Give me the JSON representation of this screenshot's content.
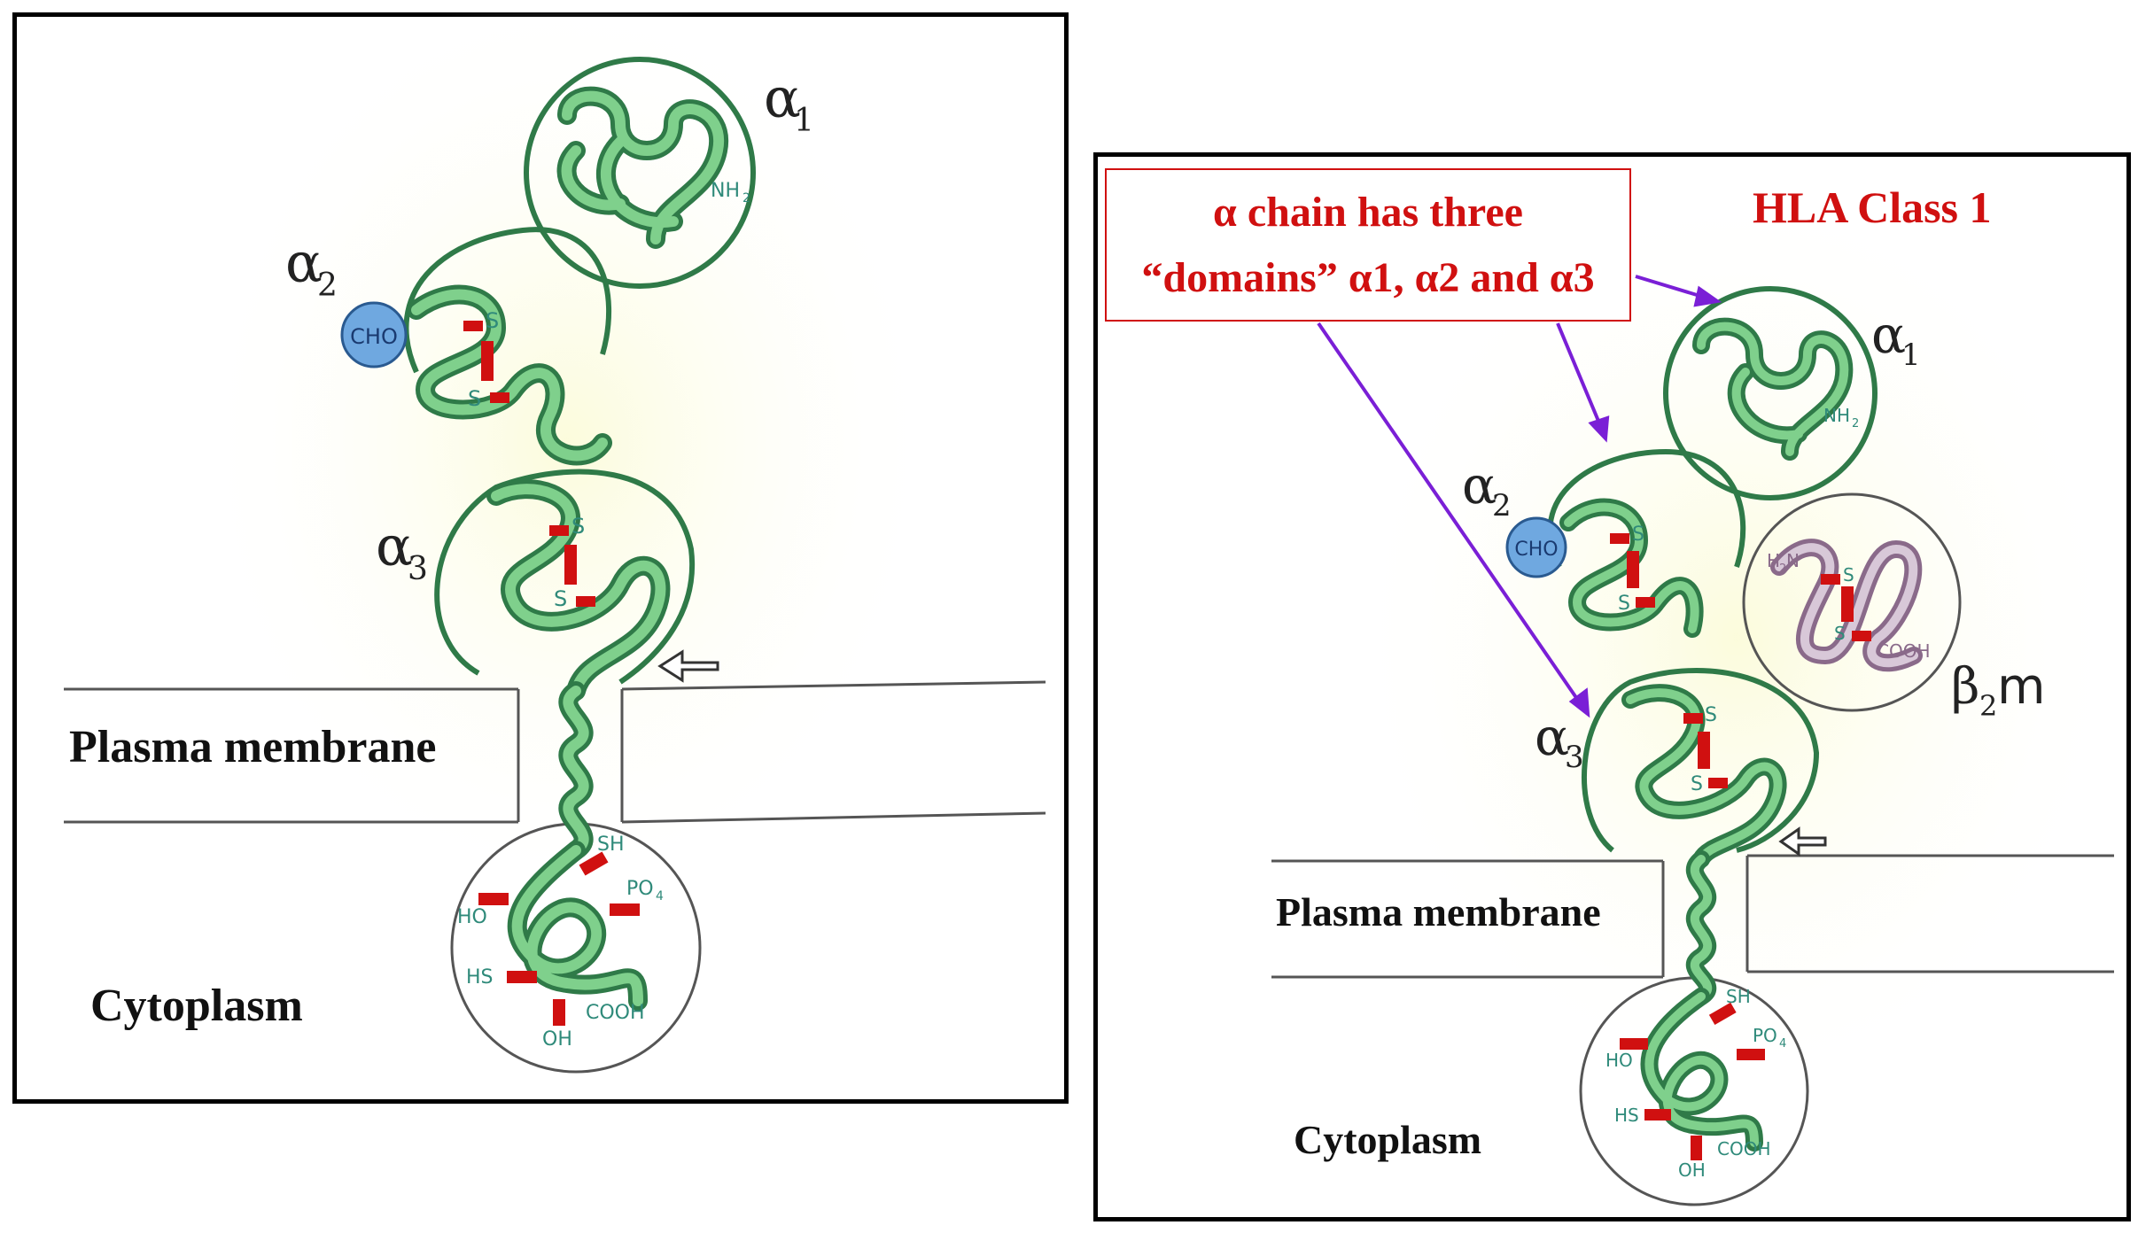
{
  "left_panel": {
    "labels": {
      "alpha1": "α",
      "alpha1_sub": "1",
      "alpha2": "α",
      "alpha2_sub": "2",
      "alpha3": "α",
      "alpha3_sub": "3",
      "cho": "CHO",
      "nh2": "NH",
      "nh2_sub": "2",
      "s_top1": "S",
      "s_bot1": "S",
      "s_top2": "S",
      "s_bot2": "S",
      "sh": "SH",
      "po4": "PO",
      "po4_sub": "4",
      "ho": "HO",
      "hs": "HS",
      "oh": "OH",
      "cooh": "COOH",
      "plasma_membrane": "Plasma membrane",
      "cytoplasm": "Cytoplasm"
    }
  },
  "right_panel": {
    "title": "HLA Class 1",
    "callout_line1": "α chain has three",
    "callout_line2": "“domains” α1, α2 and α3",
    "labels": {
      "alpha1": "α",
      "alpha1_sub": "1",
      "alpha2": "α",
      "alpha2_sub": "2",
      "alpha3": "α",
      "alpha3_sub": "3",
      "beta2m": "β",
      "beta2m_sub": "2",
      "beta2m_m": "m",
      "cho": "CHO",
      "nh2": "NH",
      "nh2_sub": "2",
      "h2n": "H",
      "h2n_sub": "2",
      "h2n_n": "N",
      "s_a": "S",
      "s_b": "S",
      "s_c": "S",
      "s_d": "S",
      "s_e": "S",
      "s_f": "S",
      "cooh_beta": "COOH",
      "sh": "SH",
      "po4": "PO",
      "po4_sub": "4",
      "ho": "HO",
      "hs": "HS",
      "oh": "OH",
      "cooh": "COOH",
      "plasma_membrane": "Plasma membrane",
      "cytoplasm": "Cytoplasm"
    }
  },
  "colors": {
    "chain": "#3f9a5e",
    "chain_light": "#7fd08c",
    "beta_chain": "#a88aa8",
    "disulfide": "#d01010",
    "cho": "#6fa8e0",
    "annotation": "#d01010",
    "arrow": "#7a1fd6"
  }
}
